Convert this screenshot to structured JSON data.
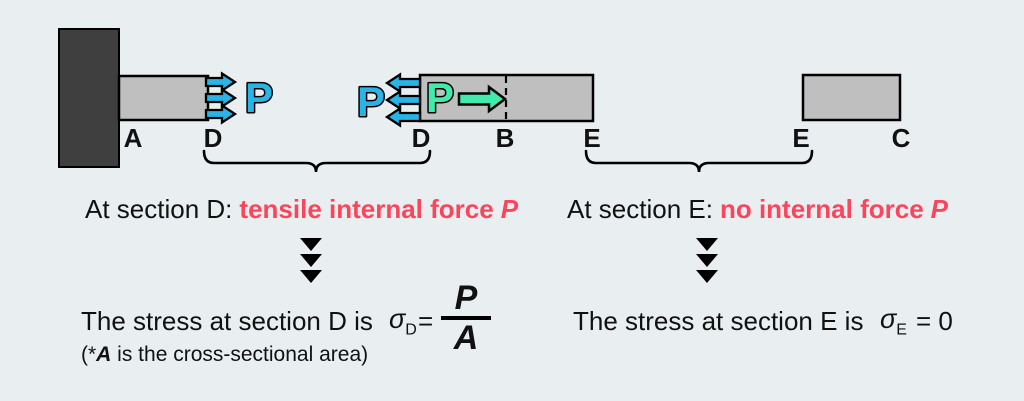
{
  "colors": {
    "background": "#E9EFF1",
    "wall": "#3F3F3F",
    "bar": "#BFBFBF",
    "cyan": "#29B4E8",
    "green": "#40EBAB",
    "red": "#FA455C",
    "ink": "#111111"
  },
  "diagram": {
    "labels": {
      "a": "A",
      "d_left": "D",
      "d_mid": "D",
      "b": "B",
      "e_mid": "E",
      "e_right": "E",
      "c": "C",
      "p_applied_left": "P",
      "p_applied_mid": "P",
      "p_internal": "P"
    }
  },
  "statements": {
    "d": {
      "plain": "At section D:",
      "highlight": "tensile internal force",
      "force_symbol": "P"
    },
    "e": {
      "plain": "At section E:",
      "highlight": "no internal force",
      "force_symbol": "P"
    }
  },
  "conclusions": {
    "d": {
      "plain": "The stress at section D is",
      "sigma": "σ",
      "subscript": "D",
      "equals": "=",
      "numerator": "P",
      "denominator": "A"
    },
    "e": {
      "plain": "The stress at section E is",
      "sigma": "σ",
      "subscript": "E",
      "equals": "= 0"
    },
    "footnote": {
      "open": "(*",
      "symbol": "A",
      "rest": " is the cross-sectional area)"
    }
  }
}
